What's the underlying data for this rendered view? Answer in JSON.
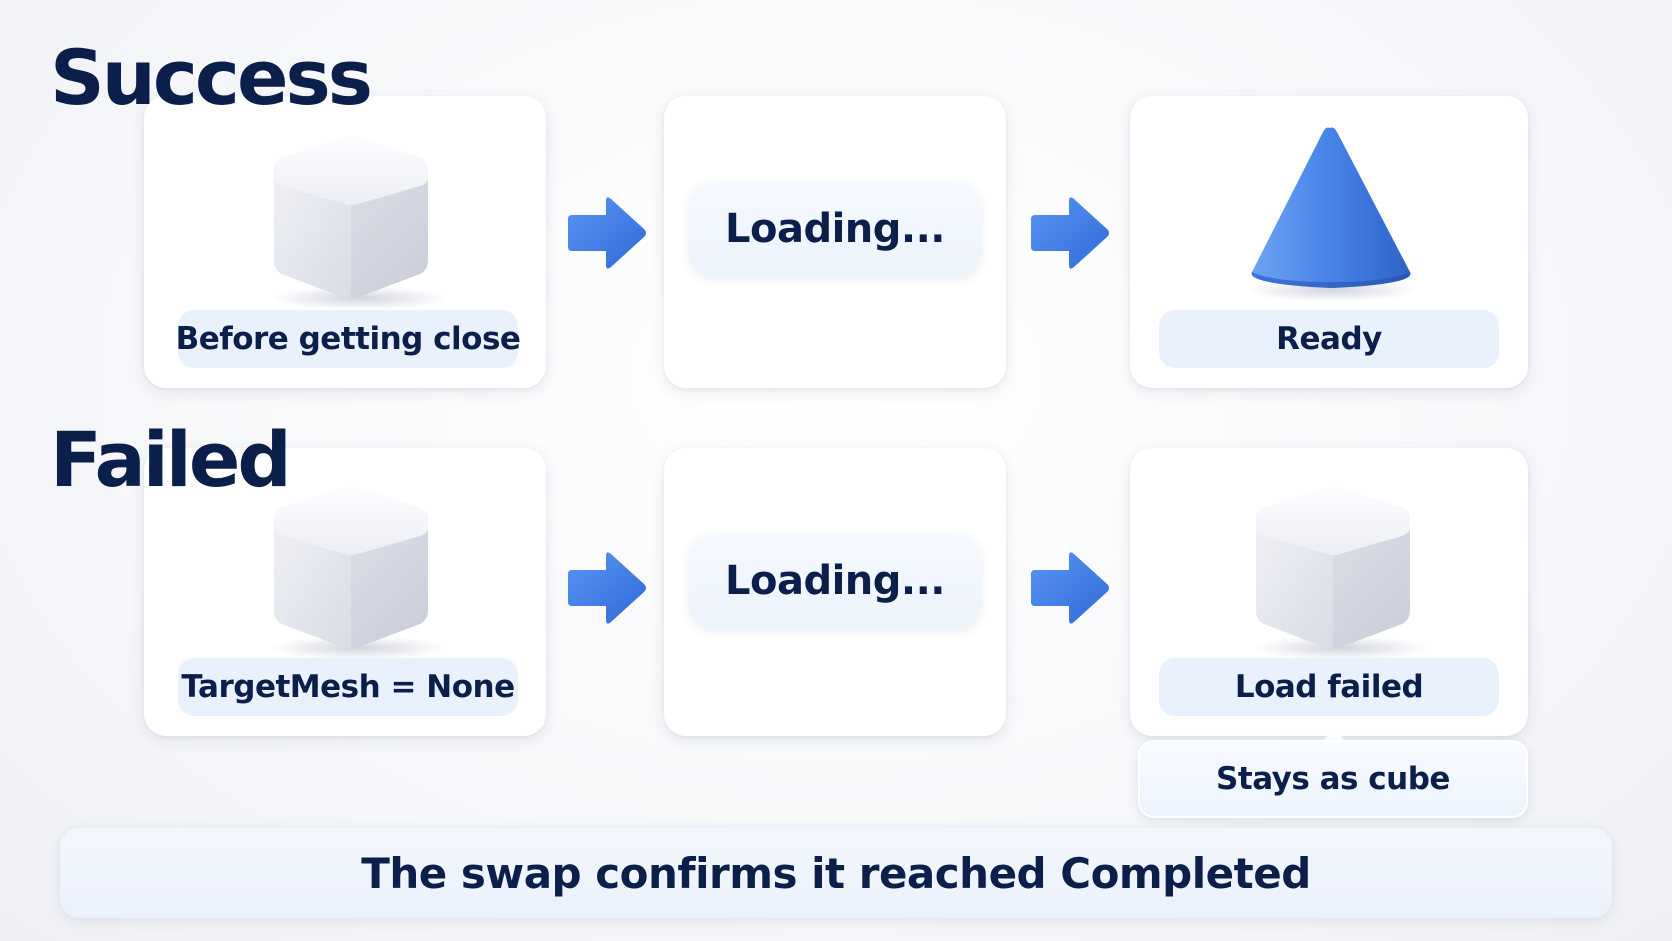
{
  "sections": {
    "success": {
      "title": "Success",
      "start_label": "Before getting close",
      "loading_label": "Loading...",
      "end_label": "Ready"
    },
    "failed": {
      "title": "Failed",
      "start_label": "TargetMesh = None",
      "loading_label": "Loading...",
      "end_label": "Load failed",
      "end_note": "Stays as cube"
    }
  },
  "footer": {
    "message": "The swap confirms it reached Completed"
  },
  "colors": {
    "arrow": "#3b7be8",
    "cone": "#4a86ea",
    "pill": "#e9f1fd",
    "text": "#0b1f4b"
  },
  "icons": [
    "cube-icon",
    "cone-icon",
    "arrow-right-icon"
  ]
}
